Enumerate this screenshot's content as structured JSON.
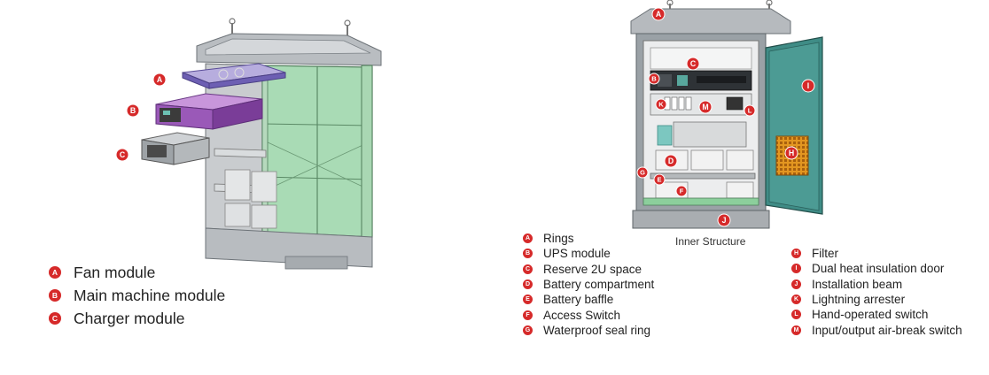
{
  "left_figure": {
    "markers": [
      "A",
      "B",
      "C"
    ],
    "legend": [
      {
        "key": "A",
        "label": "Fan module"
      },
      {
        "key": "B",
        "label": "Main machine module"
      },
      {
        "key": "C",
        "label": "Charger module"
      }
    ]
  },
  "right_figure": {
    "caption": "Inner Structure",
    "markers": [
      "A",
      "B",
      "C",
      "D",
      "E",
      "F",
      "G",
      "H",
      "I",
      "J",
      "K",
      "L",
      "M"
    ],
    "legend_left": [
      {
        "key": "A",
        "label": "Rings"
      },
      {
        "key": "B",
        "label": "UPS module"
      },
      {
        "key": "C",
        "label": "Reserve 2U space"
      },
      {
        "key": "D",
        "label": "Battery compartment"
      },
      {
        "key": "E",
        "label": "Battery baffle"
      },
      {
        "key": "F",
        "label": "Access Switch"
      },
      {
        "key": "G",
        "label": "Waterproof seal ring"
      }
    ],
    "legend_right": [
      {
        "key": "H",
        "label": "Filter"
      },
      {
        "key": "I",
        "label": "Dual heat insulation door"
      },
      {
        "key": "J",
        "label": "Installation beam"
      },
      {
        "key": "K",
        "label": "Lightning arrester"
      },
      {
        "key": "L",
        "label": "Hand-operated switch"
      },
      {
        "key": "M",
        "label": "Input/output air-break switch"
      }
    ]
  },
  "colors": {
    "badge": "#d62a2a",
    "cabinet_frame": "#9aa1a6",
    "glass_green": "#8ccf9c",
    "fan_module": "#6d5fb3",
    "main_module": "#9a59b8",
    "door_teal": "#3f8c86",
    "filter_orange": "#e0901c"
  }
}
